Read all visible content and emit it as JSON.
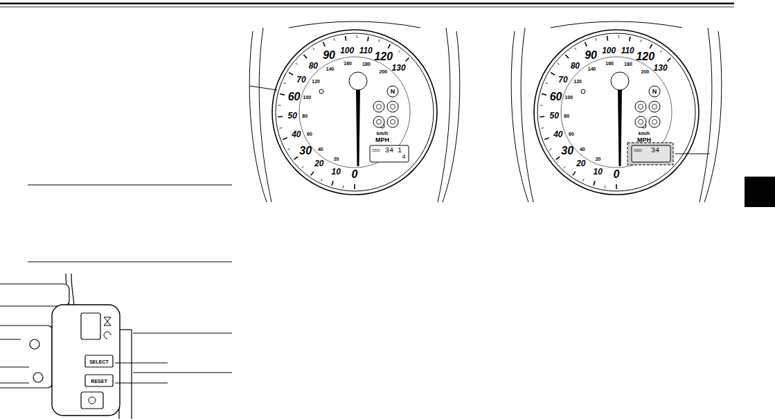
{
  "diagram": {
    "labels": [
      "0",
      "10",
      "20",
      "30",
      "40",
      "50",
      "60",
      "70",
      "80",
      "90",
      "100",
      "110",
      "120",
      "130",
      "20",
      "40",
      "60",
      "80",
      "100",
      "120",
      "140",
      "160",
      "180",
      "200",
      "km/h",
      "MPH",
      "N",
      "ODO",
      "34 1",
      "4",
      "0",
      "10",
      "20",
      "30",
      "40",
      "50",
      "60",
      "70",
      "80",
      "90",
      "100",
      "110",
      "120",
      "130",
      "20",
      "40",
      "60",
      "80",
      "100",
      "120",
      "140",
      "160",
      "180",
      "200",
      "km/h",
      "MPH",
      "N",
      "ODO",
      "34",
      "SELECT",
      "RESET"
    ]
  }
}
